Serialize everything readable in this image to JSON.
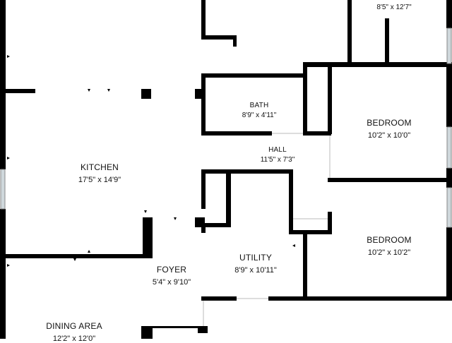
{
  "rooms": {
    "top_right": {
      "name": "",
      "dims": "8'5\" x 12'7\""
    },
    "bath": {
      "name": "BATH",
      "dims": "8'9\" x 4'11\""
    },
    "bedroom_1": {
      "name": "BEDROOM",
      "dims": "10'2\" x 10'0\""
    },
    "hall": {
      "name": "HALL",
      "dims": "11'5\" x 7'3\""
    },
    "kitchen": {
      "name": "KITCHEN",
      "dims": "17'5\" x 14'9\""
    },
    "bedroom_2": {
      "name": "BEDROOM",
      "dims": "10'2\" x 10'2\""
    },
    "utility": {
      "name": "UTILITY",
      "dims": "8'9\" x 10'11\""
    },
    "foyer": {
      "name": "FOYER",
      "dims": "5'4\" x 9'10\""
    },
    "dining": {
      "name": "DINING AREA",
      "dims": "12'2\" x 12'0\""
    }
  },
  "colors": {
    "wall": "#000000",
    "background": "#ffffff",
    "window": "#cfd8dc"
  }
}
